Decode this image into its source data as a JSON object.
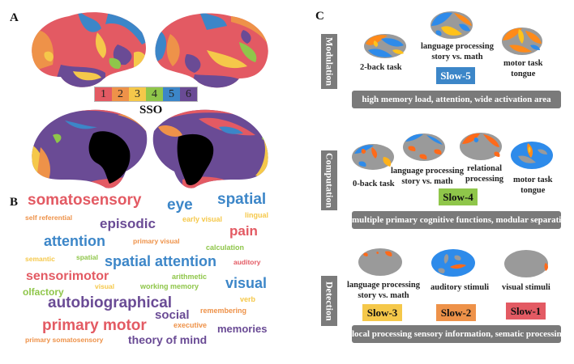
{
  "panels": {
    "a": {
      "letter": "A",
      "legend_title": "SSO",
      "legend": [
        {
          "label": "1",
          "color": "#e35a63"
        },
        {
          "label": "2",
          "color": "#ee9249"
        },
        {
          "label": "3",
          "color": "#f5c84a"
        },
        {
          "label": "4",
          "color": "#8fc64a"
        },
        {
          "label": "5",
          "color": "#3c86c8"
        },
        {
          "label": "6",
          "color": "#6a4b95"
        }
      ]
    },
    "b": {
      "letter": "B",
      "words": [
        {
          "text": "somatosensory",
          "color": "#e35a63"
        },
        {
          "text": "eye",
          "color": "#3c86c8"
        },
        {
          "text": "spatial",
          "color": "#3c86c8"
        },
        {
          "text": "self referential",
          "color": "#ee9249"
        },
        {
          "text": "episodic",
          "color": "#6a4b95"
        },
        {
          "text": "early visual",
          "color": "#f5c84a"
        },
        {
          "text": "lingual",
          "color": "#f5c84a"
        },
        {
          "text": "pain",
          "color": "#e35a63"
        },
        {
          "text": "attention",
          "color": "#3c86c8"
        },
        {
          "text": "primary visual",
          "color": "#ee9249"
        },
        {
          "text": "calculation",
          "color": "#8fc64a"
        },
        {
          "text": "semantic",
          "color": "#f5c84a"
        },
        {
          "text": "spatial",
          "color": "#8fc64a"
        },
        {
          "text": "spatial attention",
          "color": "#3c86c8"
        },
        {
          "text": "auditory",
          "color": "#e35a63"
        },
        {
          "text": "sensorimotor",
          "color": "#e35a63"
        },
        {
          "text": "arithmetic",
          "color": "#8fc64a"
        },
        {
          "text": "olfactory",
          "color": "#8fc64a"
        },
        {
          "text": "visual",
          "color": "#f5c84a"
        },
        {
          "text": "working memory",
          "color": "#8fc64a"
        },
        {
          "text": "visual",
          "color": "#3c86c8"
        },
        {
          "text": "autobiographical",
          "color": "#6a4b95"
        },
        {
          "text": "verb",
          "color": "#f5c84a"
        },
        {
          "text": "social",
          "color": "#6a4b95"
        },
        {
          "text": "remembering",
          "color": "#ee9249"
        },
        {
          "text": "primary motor",
          "color": "#e35a63"
        },
        {
          "text": "executive",
          "color": "#ee9249"
        },
        {
          "text": "memories",
          "color": "#6a4b95"
        },
        {
          "text": "primary somatosensory",
          "color": "#ee9249"
        },
        {
          "text": "theory of mind",
          "color": "#6a4b95"
        }
      ]
    },
    "c": {
      "letter": "C",
      "rows": [
        {
          "category": "Modulation",
          "tasks": [
            {
              "line1": "2-back task",
              "line2": ""
            },
            {
              "line1": "language processing",
              "line2": "story vs. math"
            },
            {
              "line1": "motor task",
              "line2": "tongue"
            }
          ],
          "band": {
            "label": "Slow-5",
            "bg": "#3c86c8",
            "fg": "#ffffff"
          },
          "summary": "high memory load, attention, wide activation area"
        },
        {
          "category": "Computation",
          "tasks": [
            {
              "line1": "0-back task",
              "line2": ""
            },
            {
              "line1": "language processing",
              "line2": "story vs. math"
            },
            {
              "line1": "relational",
              "line2": "processing"
            },
            {
              "line1": "motor task",
              "line2": "tongue"
            }
          ],
          "band": {
            "label": "Slow-4",
            "bg": "#8fc64a",
            "fg": "#111111"
          },
          "summary": "multiple primary cognitive functions, modular separation"
        },
        {
          "category": "Detection",
          "tasks": [
            {
              "line1": "language processing",
              "line2": "story vs. math"
            },
            {
              "line1": "auditory stimuli",
              "line2": ""
            },
            {
              "line1": "visual stimuli",
              "line2": ""
            }
          ],
          "bands": [
            {
              "label": "Slow-3",
              "bg": "#f5c84a",
              "fg": "#111111"
            },
            {
              "label": "Slow-2",
              "bg": "#ee9249",
              "fg": "#111111"
            },
            {
              "label": "Slow-1",
              "bg": "#e35a63",
              "fg": "#111111"
            }
          ],
          "summary": "local processing sensory information, sematic processing"
        }
      ]
    }
  }
}
